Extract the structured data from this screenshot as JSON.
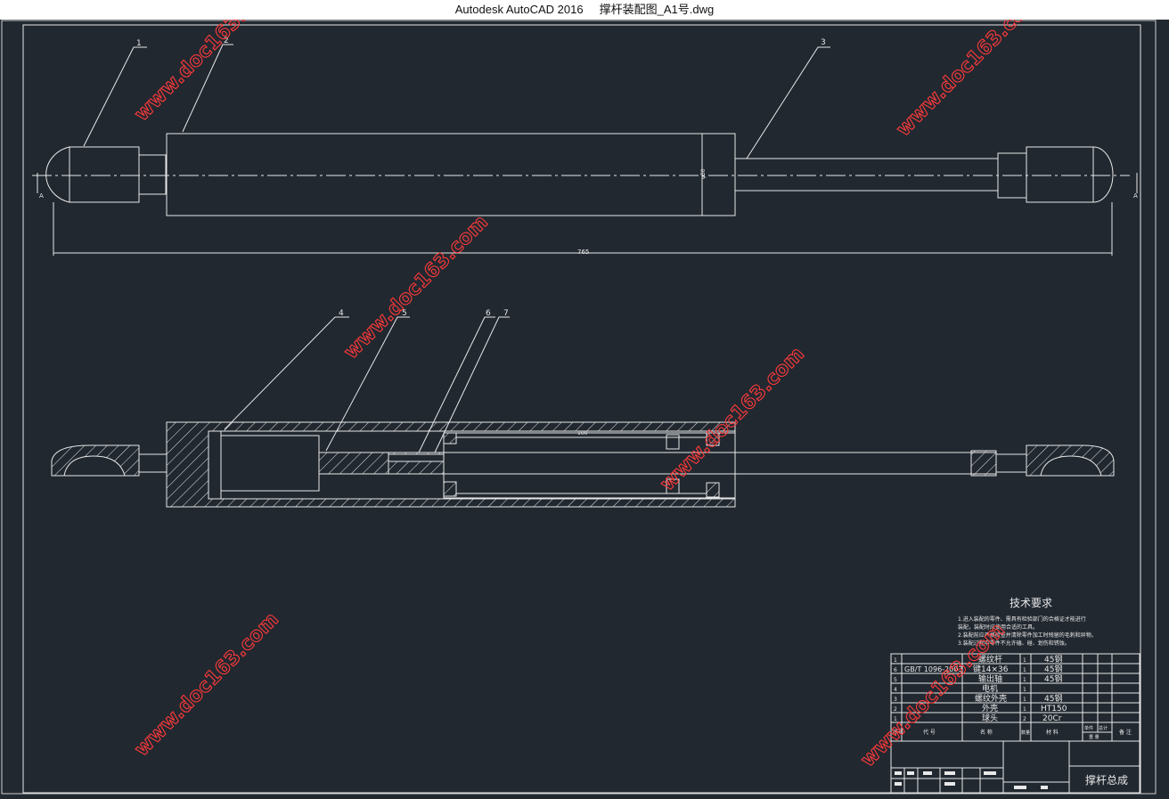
{
  "window": {
    "app_title": "Autodesk AutoCAD 2016",
    "file_name": "撑杆装配图_A1号.dwg"
  },
  "drawing": {
    "callouts": [
      "1",
      "2",
      "3",
      "4",
      "5",
      "6",
      "7"
    ],
    "overall_length": "765",
    "diameter_dim": "φ50",
    "inner_dim": "100",
    "section_mark": "A"
  },
  "tech_requirements": {
    "title": "技术要求",
    "lines": [
      "1.进入装配的零件、需具有检验部门的合格证才能进行",
      "   装配，装配时应使用合适的工具。",
      "2.装配前应严格检查并清除零件加工时残留的毛刺和异物。",
      "3.装配过程中零件不允许磕、碰、划伤和锈蚀。"
    ]
  },
  "parts_list": {
    "rows": [
      {
        "no": "1",
        "code": "",
        "name": "螺纹杆",
        "qty": "1",
        "material": "45钢"
      },
      {
        "no": "6",
        "code": "GB/T 1096-2003",
        "name": "键14×36",
        "qty": "1",
        "material": "45钢"
      },
      {
        "no": "5",
        "code": "",
        "name": "输出轴",
        "qty": "1",
        "material": "45钢"
      },
      {
        "no": "4",
        "code": "",
        "name": "电机",
        "qty": "1",
        "material": ""
      },
      {
        "no": "3",
        "code": "",
        "name": "螺纹外壳",
        "qty": "1",
        "material": "45钢"
      },
      {
        "no": "2",
        "code": "",
        "name": "外壳",
        "qty": "1",
        "material": "HT150"
      },
      {
        "no": "1",
        "code": "",
        "name": "球头",
        "qty": "2",
        "material": "20Cr"
      }
    ],
    "header": {
      "no": "序号",
      "code": "代 号",
      "name": "名 称",
      "qty": "数量",
      "material": "材 料",
      "unit_weight": "单件",
      "total_weight": "总计",
      "weight": "重 量",
      "remarks": "备 注"
    }
  },
  "title_block": {
    "drawing_name": "撑杆总成"
  },
  "watermark": {
    "text": "www.doc163.com",
    "color": "#ff3a3a"
  },
  "colors": {
    "background": "#212830",
    "lines": "#e8e8e8"
  }
}
